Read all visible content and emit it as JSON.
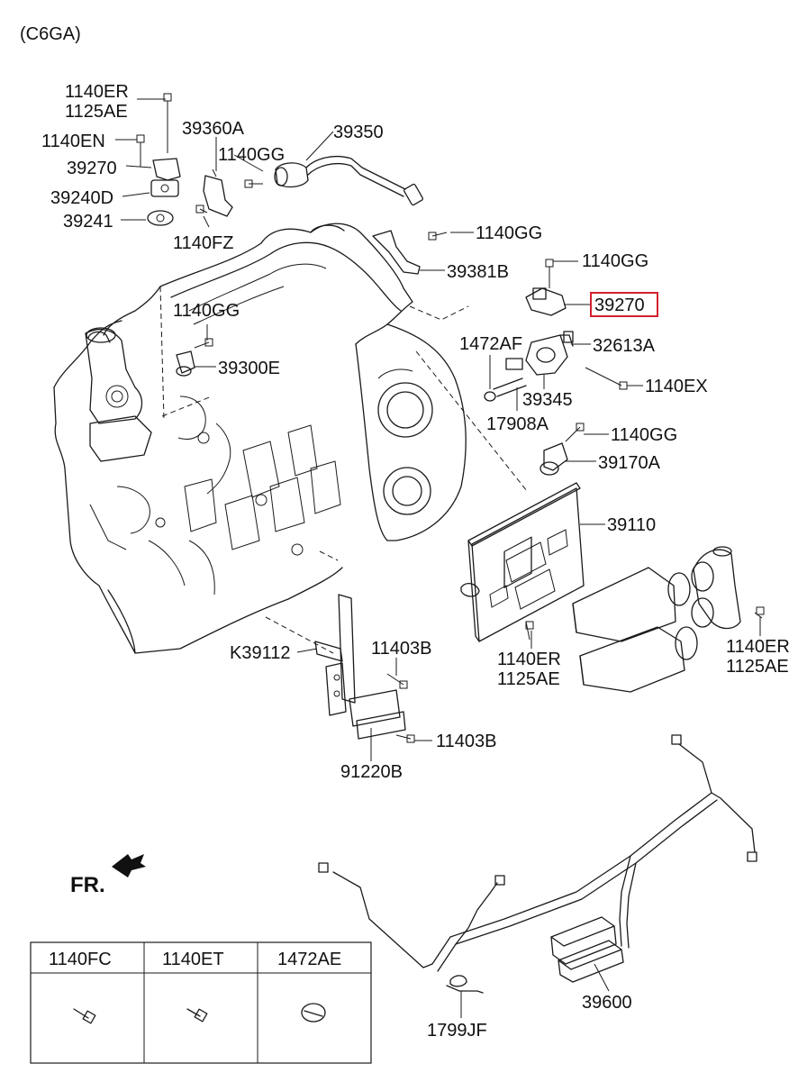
{
  "header": {
    "engine_code": "(C6GA)"
  },
  "parts": {
    "p1140ER_a": "1140ER",
    "p1125AE_a": "1125AE",
    "p1140EN": "1140EN",
    "p39270_a": "39270",
    "p39240D": "39240D",
    "p39241": "39241",
    "p39360A": "39360A",
    "p1140GG_a": "1140GG",
    "p1140FZ": "1140FZ",
    "p39350": "39350",
    "p1140GG_b": "1140GG",
    "p39381B": "39381B",
    "p1140GG_c": "1140GG",
    "p39270_b": "39270",
    "p1472AF": "1472AF",
    "p32613A": "32613A",
    "p39345": "39345",
    "p1140EX": "1140EX",
    "p17908A": "17908A",
    "p1140GG_d": "1140GG",
    "p39300E": "39300E",
    "p1140GG_e": "1140GG",
    "p39170A": "39170A",
    "p39110": "39110",
    "pK39112": "K39112",
    "p11403B_a": "11403B",
    "p11403B_b": "11403B",
    "p91220B": "91220B",
    "p1140ER_b": "1140ER",
    "p1125AE_b": "1125AE",
    "p1140ER_c": "1140ER",
    "p1125AE_c": "1125AE",
    "p1799JF": "1799JF",
    "p39600": "39600"
  },
  "direction": {
    "label": "FR."
  },
  "highlight": {
    "part": "39270",
    "color": "#d2202f"
  },
  "legend": {
    "headers": [
      "1140FC",
      "1140ET",
      "1472AE"
    ]
  }
}
